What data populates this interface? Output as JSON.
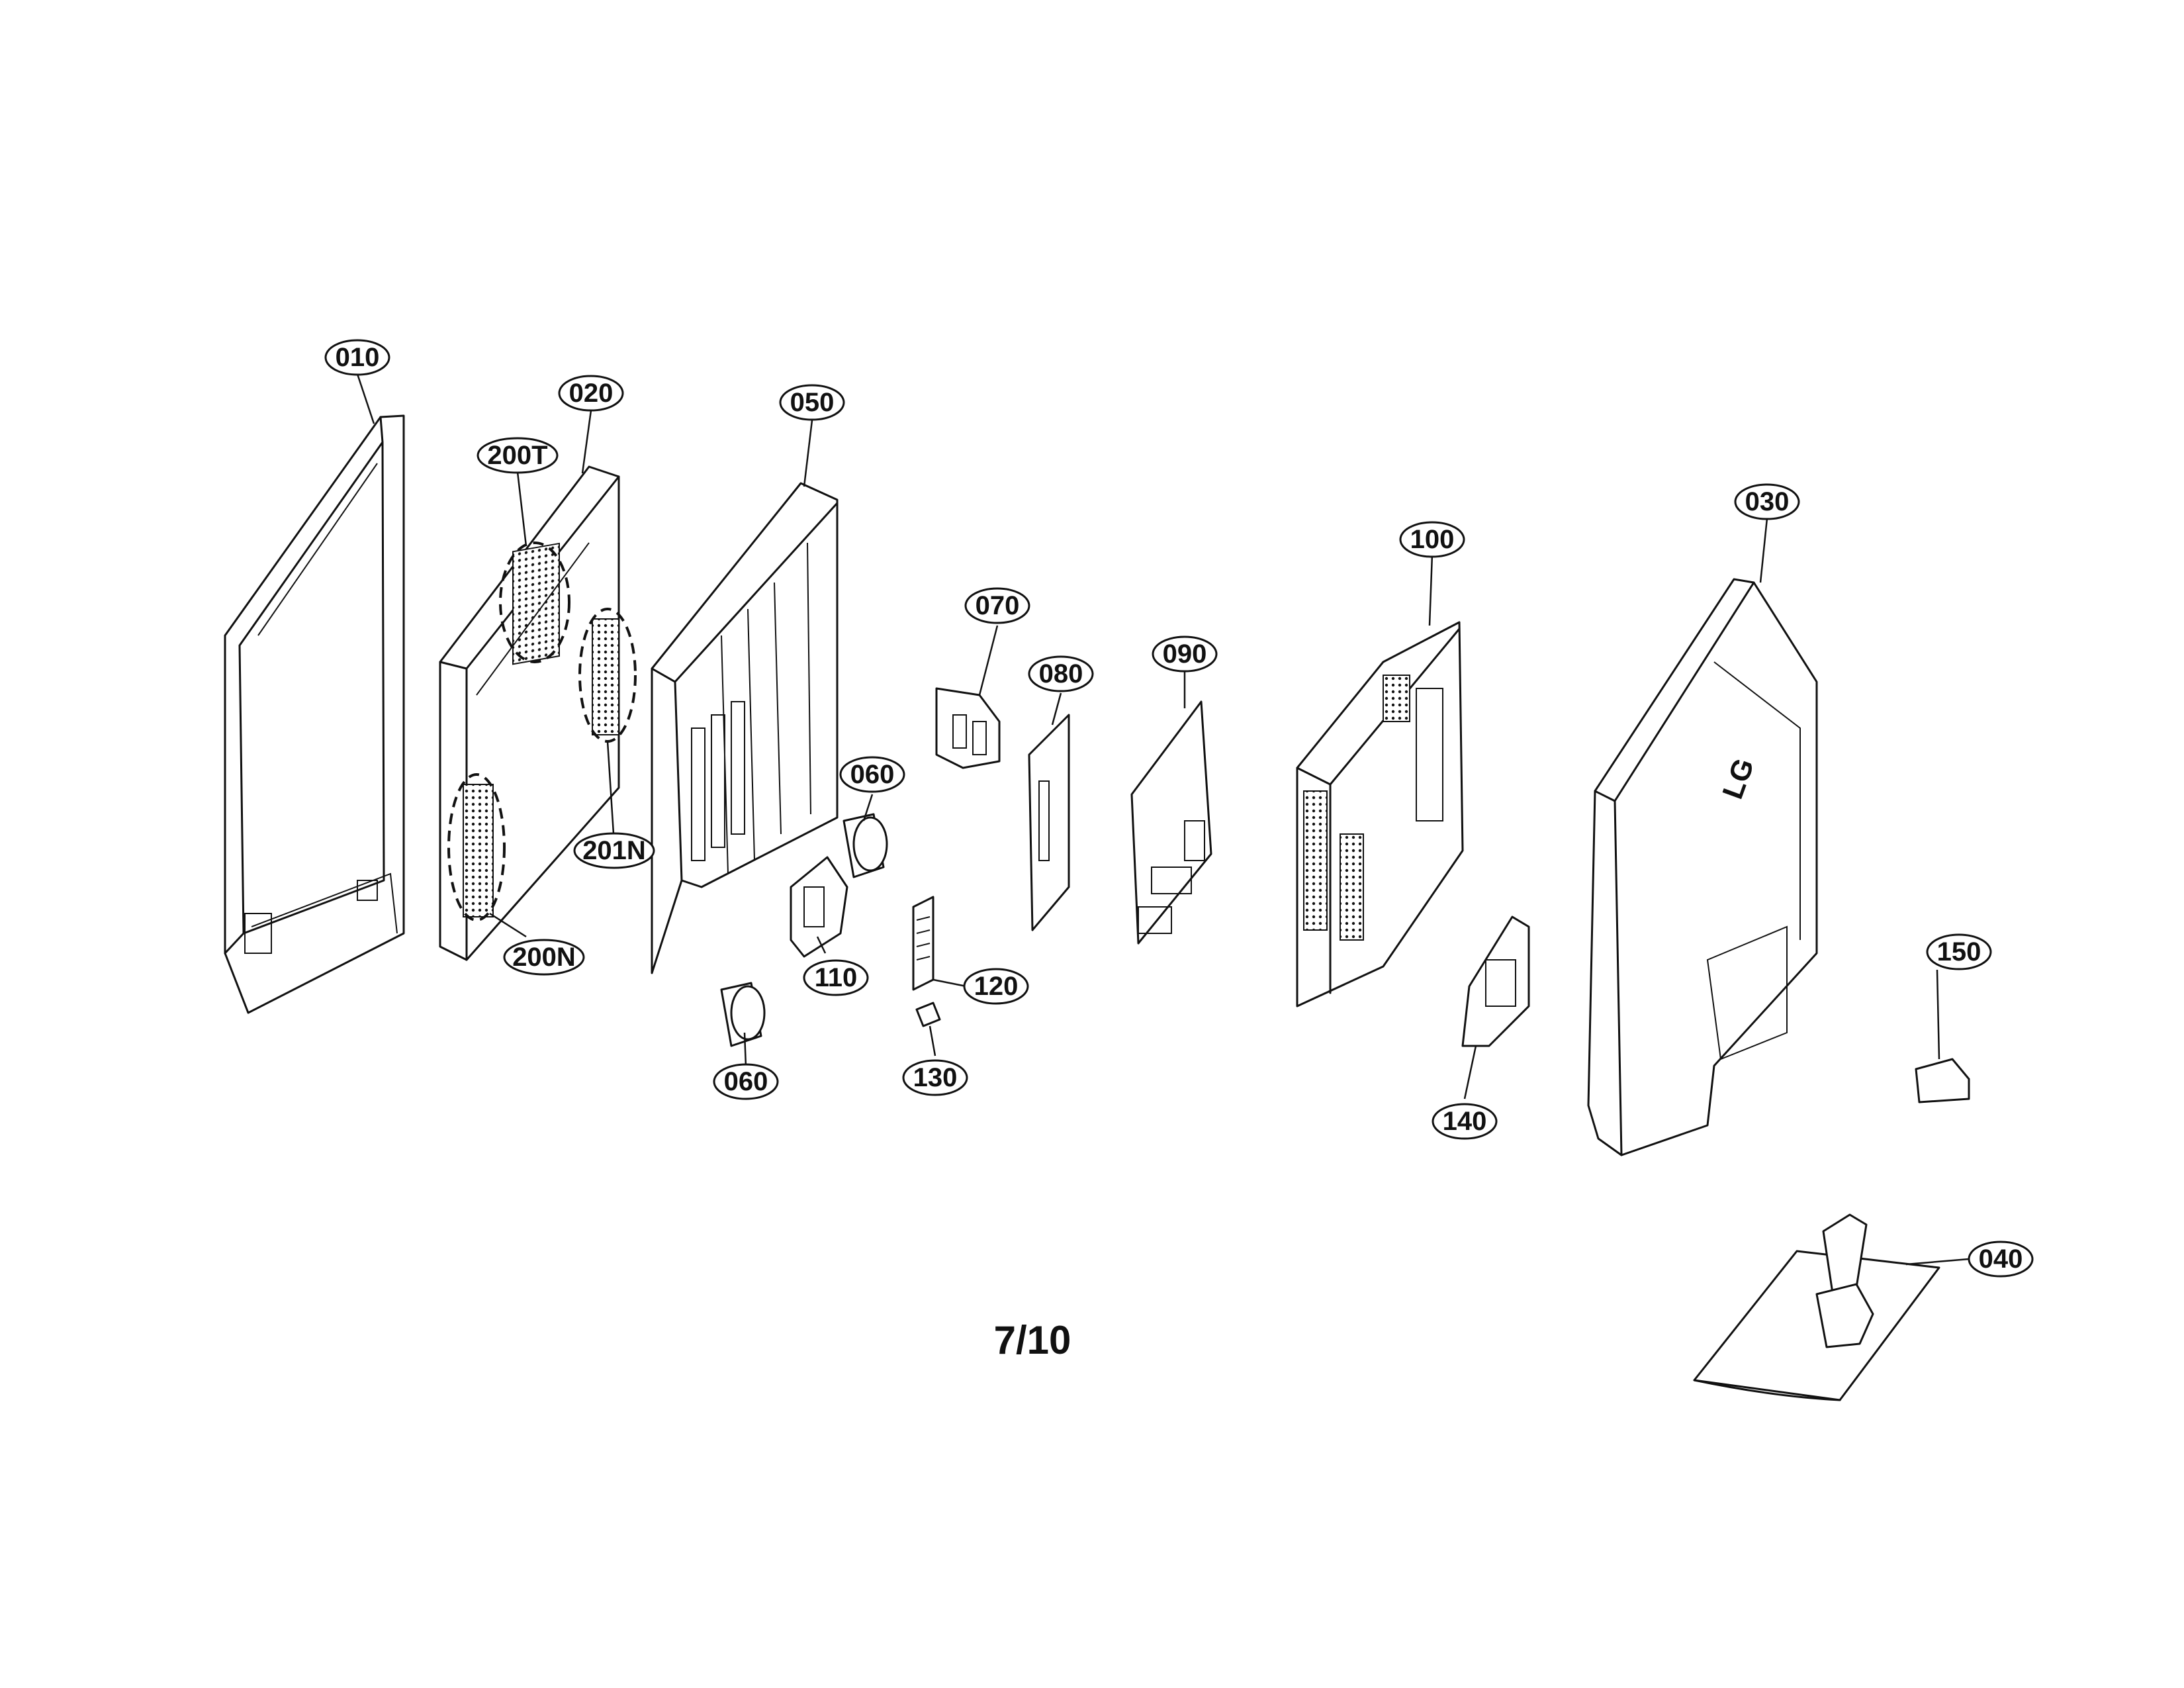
{
  "callouts": {
    "c010": "010",
    "c020": "020",
    "c050": "050",
    "c200T": "200T",
    "c201N": "201N",
    "c200N": "200N",
    "c060a": "060",
    "c060b": "060",
    "c070": "070",
    "c080": "080",
    "c090": "090",
    "c100": "100",
    "c110": "110",
    "c120": "120",
    "c130": "130",
    "c140": "140",
    "c030": "030",
    "c150": "150",
    "c040": "040"
  },
  "page_number": "7/10",
  "brand_logo": "LG"
}
